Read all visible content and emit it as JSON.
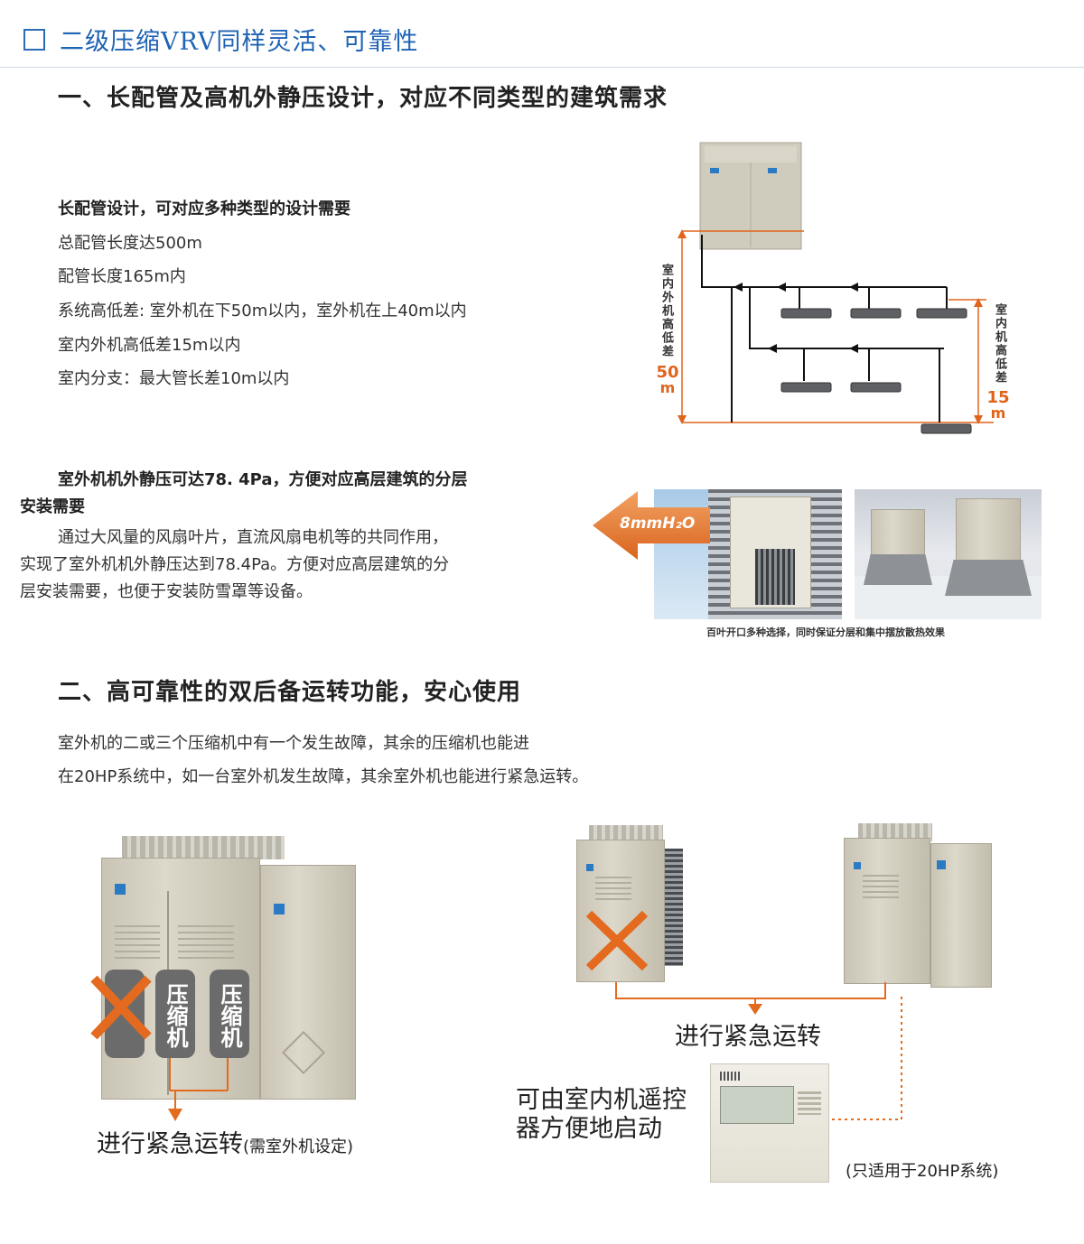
{
  "header": {
    "title": "二级压缩VRV同样灵活、可靠性"
  },
  "section1": {
    "title": "一、长配管及高机外静压设计，对应不同类型的建筑需求",
    "piping": {
      "heading": "长配管设计，可对应多种类型的设计需要",
      "lines": [
        "总配管长度达500m",
        "配管长度165m内",
        "系统高低差: 室外机在下50m以内，室外机在上40m以内",
        "室内外机高低差15m以内",
        "室内分支：最大管长差10m以内"
      ],
      "diagram": {
        "left_label": "室内外机高低差",
        "left_value": "50",
        "left_unit": "m",
        "right_label": "室内机高低差",
        "right_value": "15",
        "right_unit": "m"
      }
    },
    "pressure": {
      "heading_line1": "室外机机外静压可达78. 4Pa，方便对应高层建筑的分层",
      "heading_line2": "安装需要",
      "body": [
        "通过大风量的风扇叶片，直流风扇电机等的共同作用，",
        "实现了室外机机外静压达到78.4Pa。方便对应高层建筑的分",
        "层安装需要，也便于安装防雪罩等设备。"
      ],
      "arrow_label": "8mmH₂O",
      "photo_caption": "百叶开口多种选择，同时保证分层和集中摆放散热效果"
    }
  },
  "section2": {
    "title": "二、高可靠性的双后备运转功能，安心使用",
    "body": [
      "室外机的二或三个压缩机中有一个发生故障，其余的压缩机也能进",
      "在20HP系统中，如一台室外机发生故障，其余室外机也能进行紧急运转。"
    ],
    "left_diagram": {
      "compressor_label": "压缩机",
      "caption": "进行紧急运转",
      "caption_note": "(需室外机设定)"
    },
    "right_diagram": {
      "caption": "进行紧急运转",
      "remote_line1": "可由室内机遥控",
      "remote_line2": "器方便地启动",
      "note": "(只适用于20HP系统)"
    }
  },
  "colors": {
    "accent_blue": "#1f63b4",
    "accent_orange": "#e36a1e",
    "body_text": "#333333"
  }
}
